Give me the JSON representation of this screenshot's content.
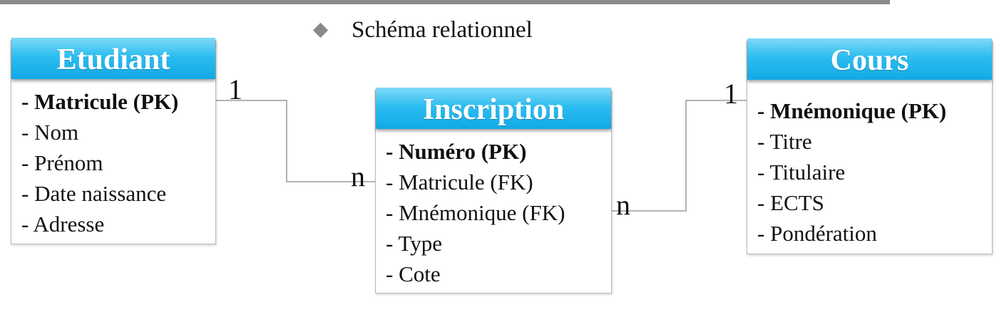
{
  "heading": {
    "text": "Schéma relationnel"
  },
  "entities": {
    "etudiant": {
      "title": "Etudiant",
      "attributes": [
        "- Matricule (PK)",
        "- Nom",
        "- Prénom",
        "- Date naissance",
        "- Adresse"
      ]
    },
    "inscription": {
      "title": "Inscription",
      "attributes": [
        "- Numéro (PK)",
        "- Matricule (FK)",
        "- Mnémonique (FK)",
        "- Type",
        "- Cote"
      ]
    },
    "cours": {
      "title": "Cours",
      "attributes": [
        "- Mnémonique (PK)",
        "- Titre",
        "- Titulaire",
        "- ECTS",
        "- Pondération"
      ]
    }
  },
  "relationships": [
    {
      "from": "Etudiant.Matricule",
      "to": "Inscription.Matricule",
      "from_card": "1",
      "to_card": "n"
    },
    {
      "from": "Cours.Mnémonique",
      "to": "Inscription.Mnémonique",
      "from_card": "1",
      "to_card": "n"
    }
  ],
  "colors": {
    "header_blue": "#12a9e6",
    "connector": "#9a9a9a",
    "border": "#b9b9b9"
  }
}
